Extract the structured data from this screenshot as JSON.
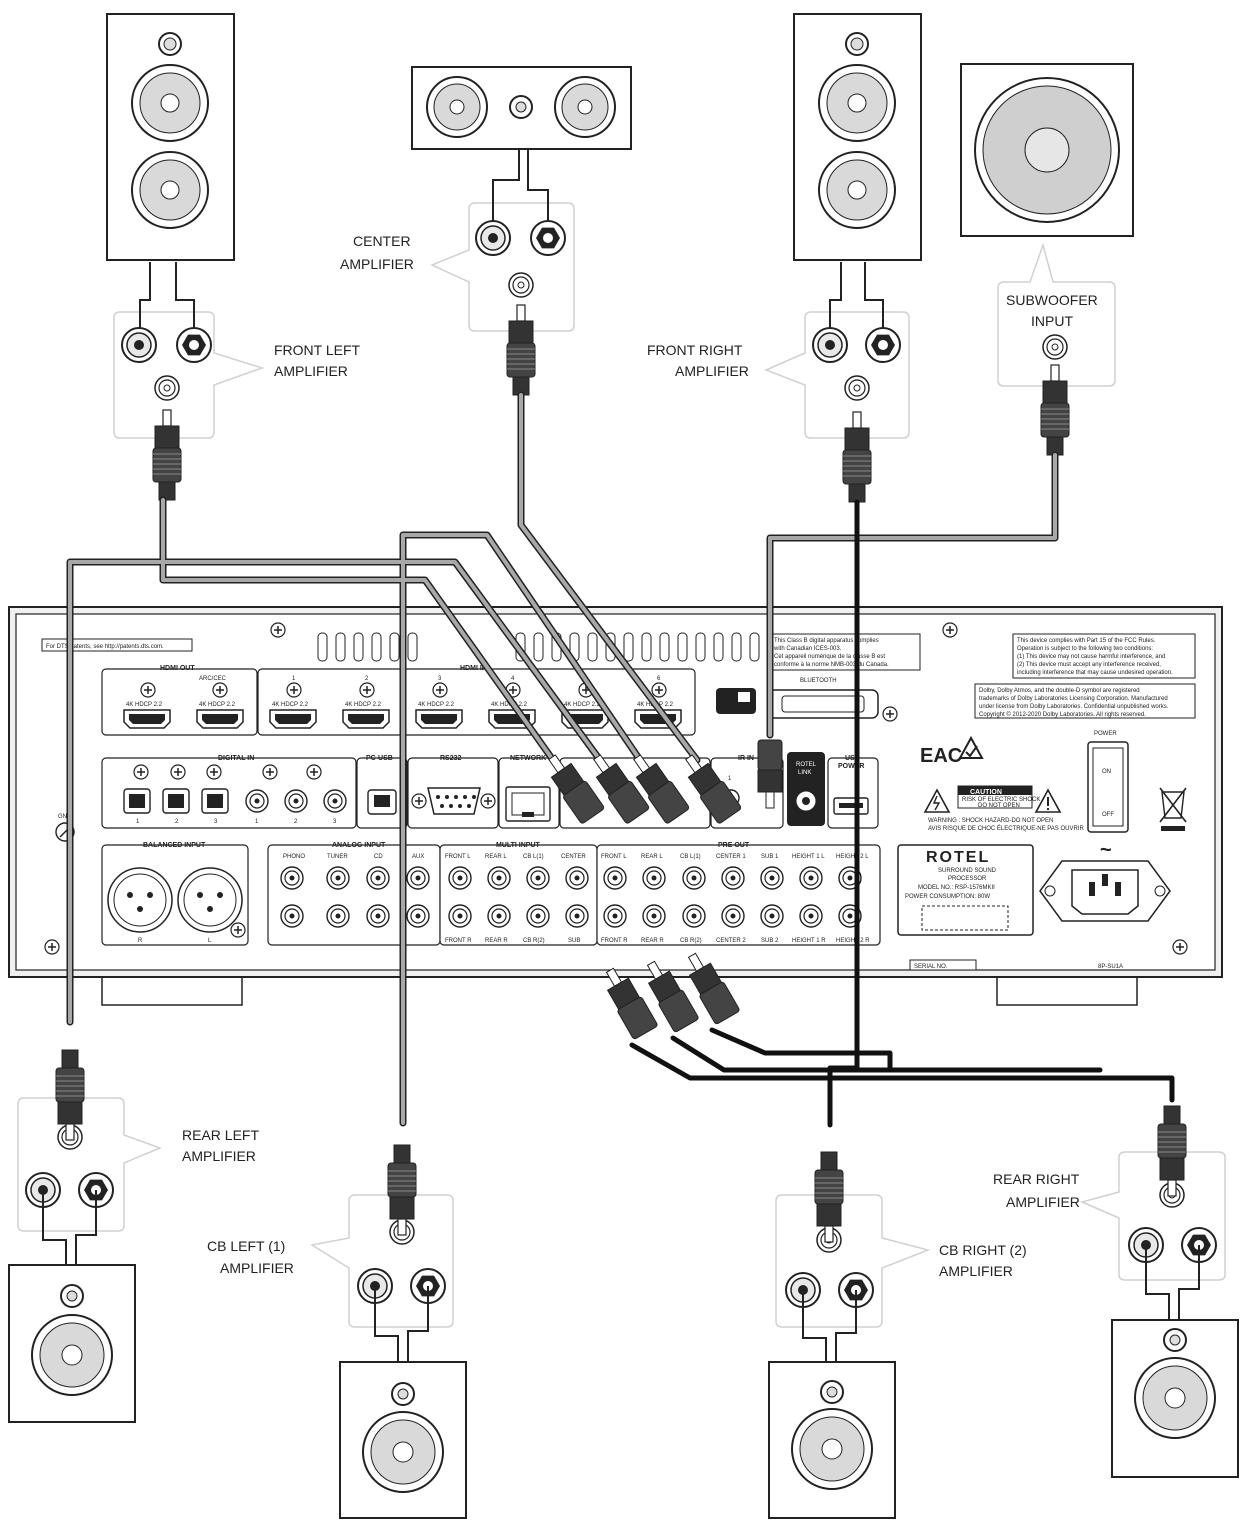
{
  "callouts": {
    "center": [
      "CENTER",
      "AMPLIFIER"
    ],
    "front_left": [
      "FRONT LEFT",
      "AMPLIFIER"
    ],
    "front_right": [
      "FRONT RIGHT",
      "AMPLIFIER"
    ],
    "subwoofer": [
      "SUBWOOFER",
      "INPUT"
    ],
    "rear_left": [
      "REAR LEFT",
      "AMPLIFIER"
    ],
    "cb_left": [
      "CB  LEFT (1)",
      "AMPLIFIER"
    ],
    "cb_right": [
      "CB RIGHT (2)",
      "AMPLIFIER"
    ],
    "rear_right": [
      "REAR RIGHT",
      "AMPLIFIER"
    ]
  },
  "panel": {
    "patent_note": "For DTS patents, see http://patents.dts.com.",
    "hdmi_out": "HDMI OUT",
    "arc_cec": "ARC/CEC",
    "hdmi_in": "HDMI IN",
    "hdcp": "4K HDCP 2.2",
    "hdmi_nums": [
      "1",
      "2",
      "3",
      "4",
      "5",
      "6"
    ],
    "digital_in": "DIGITAL IN",
    "digital_nums": [
      "1",
      "2",
      "3",
      "1",
      "2",
      "3"
    ],
    "pc_usb": "PC-USB",
    "rs232": "RS232",
    "network": "NETWORK",
    "bluetooth": "BLUETOOTH",
    "ir_in": "IR IN",
    "rotel_link": [
      "ROTEL",
      "LINK"
    ],
    "usb_power": [
      "USB",
      "POWER"
    ],
    "power": "POWER",
    "on": "ON",
    "off": "OFF",
    "balanced_input": "BALANCED INPUT",
    "balanced_lr": [
      "R",
      "L"
    ],
    "analog_input": "ANALOG INPUT",
    "analog_cols": [
      "PHONO",
      "TUNER",
      "CD",
      "AUX"
    ],
    "multi_input": "MULTI INPUT",
    "multi_top": [
      "FRONT L",
      "REAR L",
      "CB L(1)",
      "CENTER"
    ],
    "multi_bottom": [
      "FRONT R",
      "REAR R",
      "CB R(2)",
      "SUB"
    ],
    "preout": "PRE OUT",
    "preout_top": [
      "FRONT L",
      "REAR L",
      "CB L(1)",
      "CENTER 1",
      "SUB 1",
      "HEIGHT 1 L",
      "HEIGHT 2 L"
    ],
    "preout_bottom": [
      "FRONT R",
      "REAR R",
      "CB R(2)",
      "CENTER 2",
      "SUB 2",
      "HEIGHT 1 R",
      "HEIGHT 2 R"
    ],
    "fcc_class_b": [
      "This Class B digital apparatus complies",
      "with Canadian ICES-003.",
      "Cet appareil numérique de la classe B est",
      "conforme à la norme NMB-003 du Canada."
    ],
    "fcc_part15": [
      "This device complies with Part 15 of the FCC Rules.",
      "Operation is subject to the following two conditions:",
      "(1) This device may not cause harmful interference, and",
      "(2) This device must accept any interference received,",
      "including interference that may cause undesired operation."
    ],
    "dolby": [
      "Dolby, Dolby Atmos, and the double-D symbol are registered",
      "trademarks of Dolby Laboratories Licensing Corporation. Manufactured",
      "under license from Dolby Laboratories. Confidential unpublished works.",
      "Copyright © 2012-2020 Dolby Laboratories. All rights reserved."
    ],
    "eac": "EAC",
    "caution": "CAUTION",
    "caution_sub": [
      "RISK OF ELECTRIC SHOCK",
      "DO NOT OPEN"
    ],
    "warning": "WARNING : SHOCK HAZARD-DO NOT OPEN",
    "avis": "AVIS RISQUE DE CHOC ÉLECTRIQUE-NE PAS OUVRIR",
    "brand": "ROTEL",
    "model_lines": [
      "SURROUND SOUND",
      "PROCESSOR",
      "MODEL NO.: RSP-1576MKII",
      "POWER CONSUMPTION: 80W"
    ],
    "serial": "SERIAL NO.",
    "ac_symbol": "~",
    "gnd": "GND",
    "part_code": "8P-SU1A"
  }
}
